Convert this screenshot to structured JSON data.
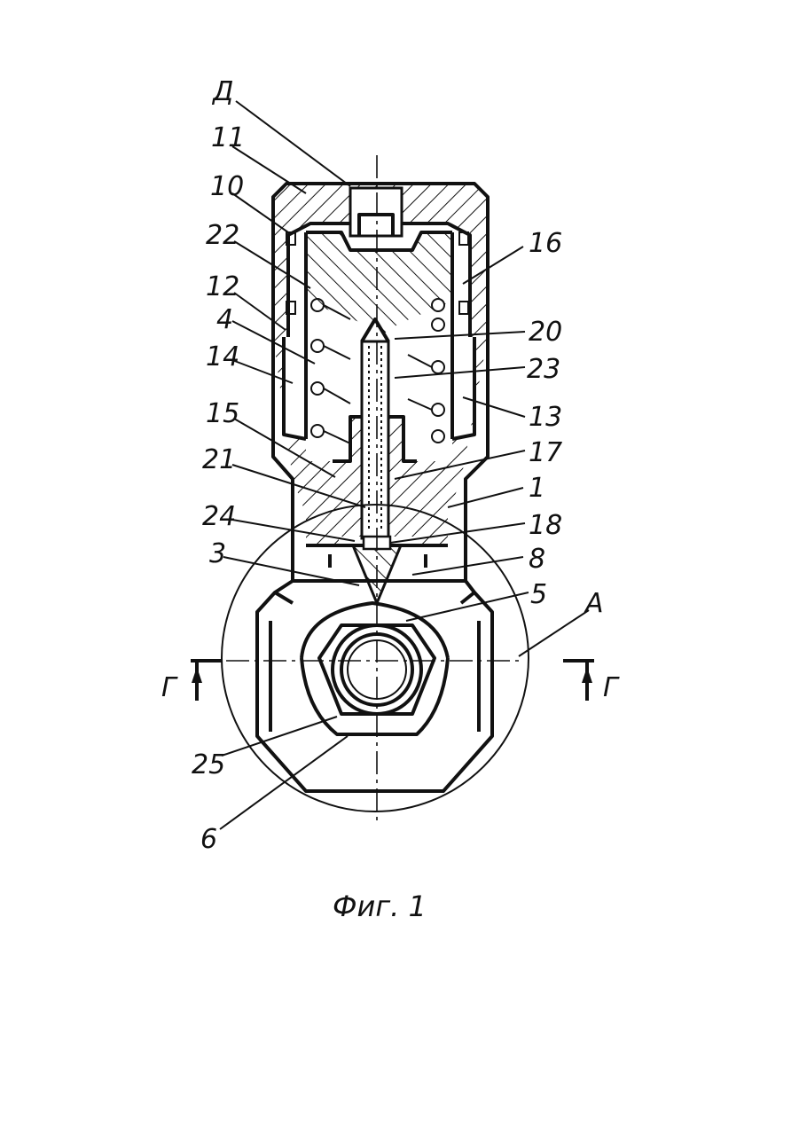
{
  "figure": {
    "caption": "Фиг. 1",
    "section_mark": "Г",
    "labels": [
      {
        "id": "D",
        "text": "Д"
      },
      {
        "id": "11",
        "text": "11"
      },
      {
        "id": "10",
        "text": "10"
      },
      {
        "id": "22",
        "text": "22"
      },
      {
        "id": "12",
        "text": "12"
      },
      {
        "id": "4",
        "text": "4"
      },
      {
        "id": "14",
        "text": "14"
      },
      {
        "id": "15",
        "text": "15"
      },
      {
        "id": "21",
        "text": "21"
      },
      {
        "id": "24",
        "text": "24"
      },
      {
        "id": "3",
        "text": "3"
      },
      {
        "id": "25",
        "text": "25"
      },
      {
        "id": "6",
        "text": "6"
      },
      {
        "id": "16",
        "text": "16"
      },
      {
        "id": "20",
        "text": "20"
      },
      {
        "id": "23",
        "text": "23"
      },
      {
        "id": "13",
        "text": "13"
      },
      {
        "id": "17",
        "text": "17"
      },
      {
        "id": "1",
        "text": "1"
      },
      {
        "id": "18",
        "text": "18"
      },
      {
        "id": "8",
        "text": "8"
      },
      {
        "id": "5",
        "text": "5"
      },
      {
        "id": "A",
        "text": "А"
      }
    ]
  }
}
